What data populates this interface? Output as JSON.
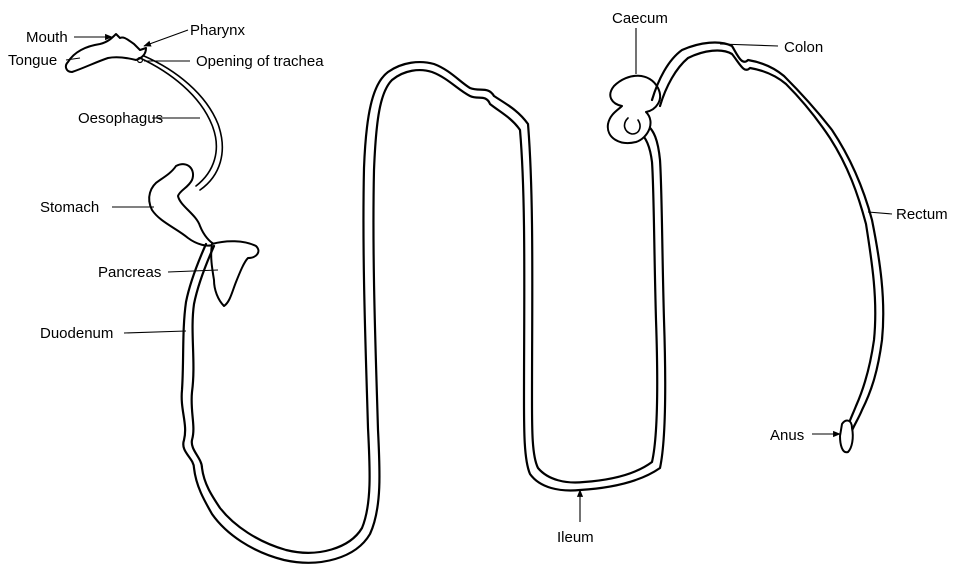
{
  "labels": {
    "mouth": "Mouth",
    "tongue": "Tongue",
    "pharynx": "Pharynx",
    "opening_of_trachea": "Opening of trachea",
    "oesophagus": "Oesophagus",
    "stomach": "Stomach",
    "pancreas": "Pancreas",
    "duodenum": "Duodenum",
    "ileum": "Ileum",
    "caecum": "Caecum",
    "colon": "Colon",
    "rectum": "Rectum",
    "anus": "Anus"
  }
}
